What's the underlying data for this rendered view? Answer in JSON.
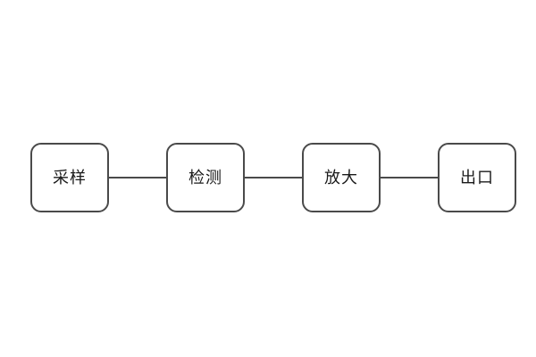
{
  "colors": {
    "background": "#ffffff",
    "border-color": "#4a4a4a",
    "connector-color": "#4a4a4a",
    "text-color": "#1a1a1a"
  },
  "diagram": {
    "type": "flow",
    "direction": "left-to-right",
    "nodes": [
      {
        "id": "sampling",
        "label": "采样"
      },
      {
        "id": "detection",
        "label": "检测"
      },
      {
        "id": "amplification",
        "label": "放大"
      },
      {
        "id": "outlet",
        "label": "出口"
      }
    ],
    "connections": [
      {
        "from": "sampling",
        "to": "detection"
      },
      {
        "from": "detection",
        "to": "amplification"
      },
      {
        "from": "amplification",
        "to": "outlet"
      }
    ]
  }
}
